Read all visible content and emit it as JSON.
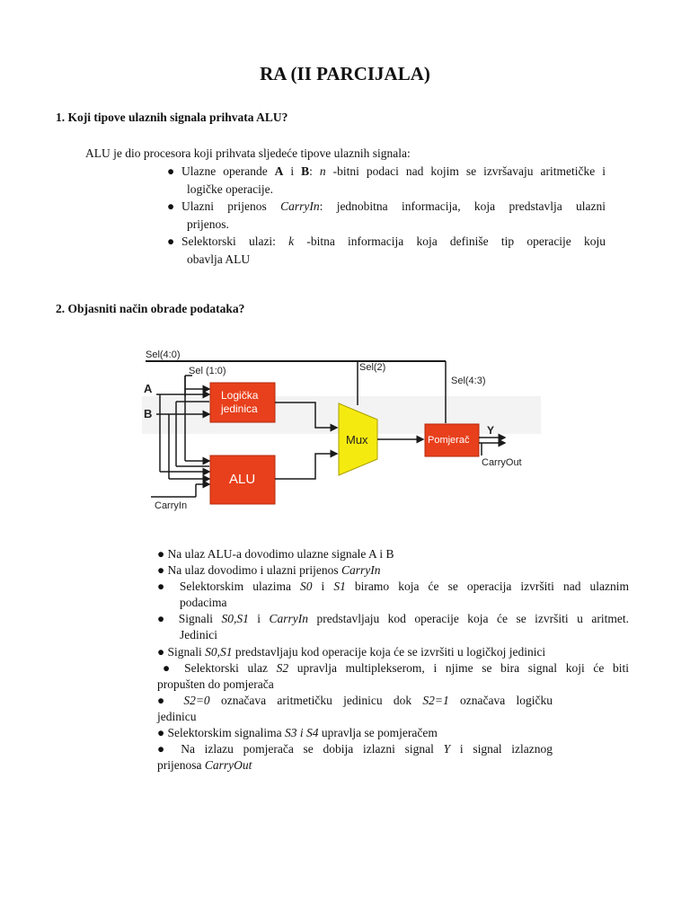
{
  "title": "RA (II PARCIJALA)",
  "q1": "1. Koji tipove ulaznih signala prihvata ALU?",
  "intro": "ALU je dio procesora koji prihvata sljedeće tipove ulaznih signala:",
  "list1": {
    "i1_a": "Ulazne operande ",
    "i1_A": "A",
    "i1_i": " i ",
    "i1_B": "B",
    "i1_colon": ": ",
    "i1_n": "n",
    "i1_b": " -bitni podaci nad kojim se izvršavaju aritmetičke i",
    "i1_c": "logičke operacije.",
    "i2_a": "Ulazni prijenos ",
    "i2_ci": "CarryIn",
    "i2_b": ": jednobitna informacija, koja predstavlja ulazni",
    "i2_c": "prijenos.",
    "i3_a": "Selektorski ulazi: ",
    "i3_k": "k",
    "i3_b": " -bitna informacija koja definiše tip operacije koju",
    "i3_c": "obavlja ALU"
  },
  "q2": "2. Objasniti način obrade podataka?",
  "diagram": {
    "sel40": "Sel(4:0)",
    "sel10": "Sel (1:0)",
    "sel2": "Sel(2)",
    "sel43": "Sel(4:3)",
    "A": "A",
    "B": "B",
    "logicka1": "Logička",
    "logicka2": "jedinica",
    "alu": "ALU",
    "mux": "Mux",
    "pomjerac": "Pomjerač",
    "Y": "Y",
    "carryout": "CarryOut",
    "carryin": "CarryIn",
    "colors": {
      "block": "#e8401c",
      "mux": "#f5ea10",
      "line": "#1a1a1a"
    }
  },
  "list2": {
    "b1": "Na ulaz ALU-a dovodimo ulazne signale A i B",
    "b2a": "Na ulaz dovodimo i ulazni prijenos ",
    "b2b": "CarryIn",
    "b3a": "Selektorskim ulazima ",
    "b3b": "S0",
    "b3c": " i ",
    "b3d": "S1",
    "b3e": " biramo koja će se operacija izvršiti nad ulaznim",
    "b3f": "podacima",
    "b4a": "Signali ",
    "b4b": "S0,S1",
    "b4c": " i ",
    "b4d": "CarryIn",
    "b4e": " predstavljaju kod operacije koja će se izvršiti u aritmet.",
    "b4f": "Jedinici",
    "b5a": "Signali ",
    "b5b": "S0,S1",
    "b5c": " predstavljaju kod operacije koja će se izvršiti u logičkoj jedinici",
    "b6a": "Selektorski ulaz ",
    "b6b": "S2",
    "b6c": " upravlja multiplekserom, i njime se bira signal koji će biti",
    "b6d": "propušten do pomjerača",
    "b7a": "S2=0",
    "b7b": " označava aritmetičku jedinicu dok ",
    "b7c": "S2=1",
    "b7d": " označava logičku",
    "b7e": "jedinicu",
    "b8a": "Selektorskim signalima ",
    "b8b": "S3 i S4",
    "b8c": " upravlja se pomjeračem",
    "b9a": "Na izlazu pomjerača se dobija izlazni signal ",
    "b9b": "Y",
    "b9c": " i signal izlaznog",
    "b9d": "prijenosa ",
    "b9e": "CarryOut"
  }
}
